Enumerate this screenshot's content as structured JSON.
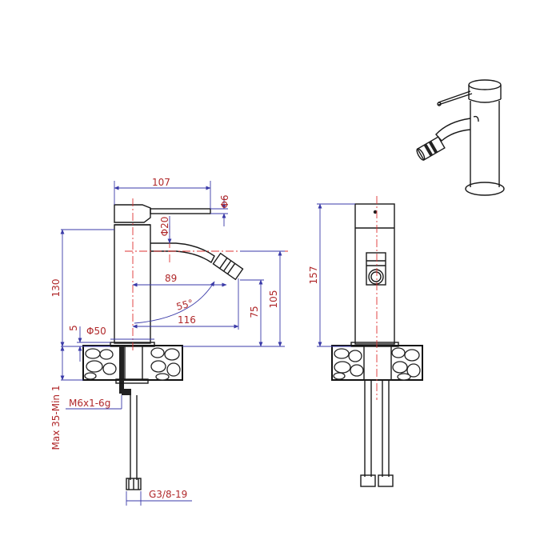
{
  "dimensions": {
    "spout_reach": "107",
    "lever_dia": "Φ6",
    "body_dia": "Φ20",
    "total_height": "130",
    "inner_reach": "89",
    "angle": "55°",
    "swivel_reach": "116",
    "outlet_height": "75",
    "height_105": "105",
    "base_thickness": "5",
    "base_dia": "Φ50",
    "stud_thread": "M6x1-6g",
    "deck_thickness": "Max 35-Min 1",
    "hose_thread": "G3/8-19",
    "side_height": "157"
  }
}
